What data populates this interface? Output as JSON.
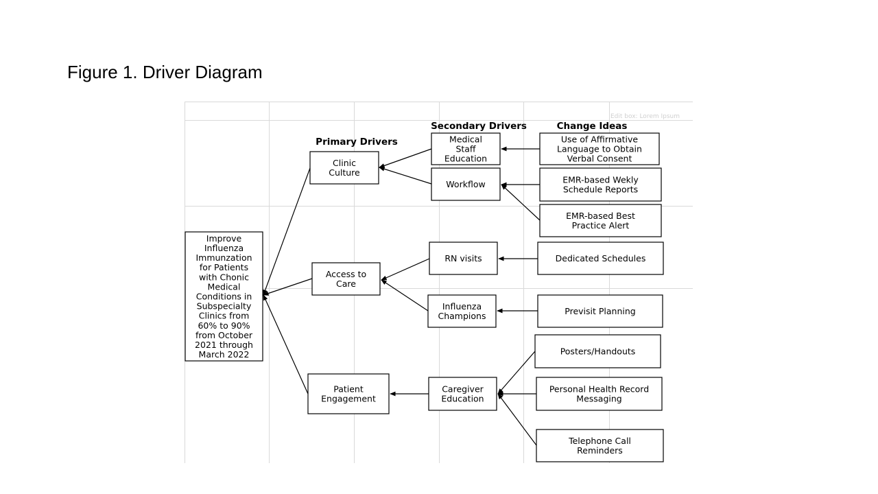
{
  "title": "Figure 1. Driver Diagram",
  "headers": {
    "primary": "Primary Drivers",
    "secondary": "Secondary Drivers",
    "change": "Change Ideas"
  },
  "watermark": "Edit box: Lorem Ipsum",
  "aim": [
    "Improve",
    "Influenza",
    "Immunzation",
    "for Patients",
    "with Chonic",
    "Medical",
    "Conditions in",
    "Subspecialty",
    "Clinics from",
    "60% to 90%",
    "from October",
    "2021 through",
    "March 2022"
  ],
  "primary_drivers": [
    [
      "Clinic",
      "Culture"
    ],
    [
      "Access to",
      "Care"
    ],
    [
      "Patient",
      "Engagement"
    ]
  ],
  "secondary_drivers": [
    [
      "Medical",
      "Staff",
      "Education"
    ],
    [
      "Workflow"
    ],
    [
      "RN visits"
    ],
    [
      "Influenza",
      "Champions"
    ],
    [
      "Caregiver",
      "Education"
    ]
  ],
  "change_ideas": [
    [
      "Use of Affirmative",
      "Language to Obtain",
      "Verbal Consent"
    ],
    [
      "EMR-based Wekly",
      "Schedule Reports"
    ],
    [
      "EMR-based Best",
      "Practice Alert"
    ],
    [
      "Dedicated Schedules"
    ],
    [
      "Previsit Planning"
    ],
    [
      "Posters/Handouts"
    ],
    [
      "Personal Health Record",
      "Messaging"
    ],
    [
      "Telephone Call",
      "Reminders"
    ]
  ]
}
